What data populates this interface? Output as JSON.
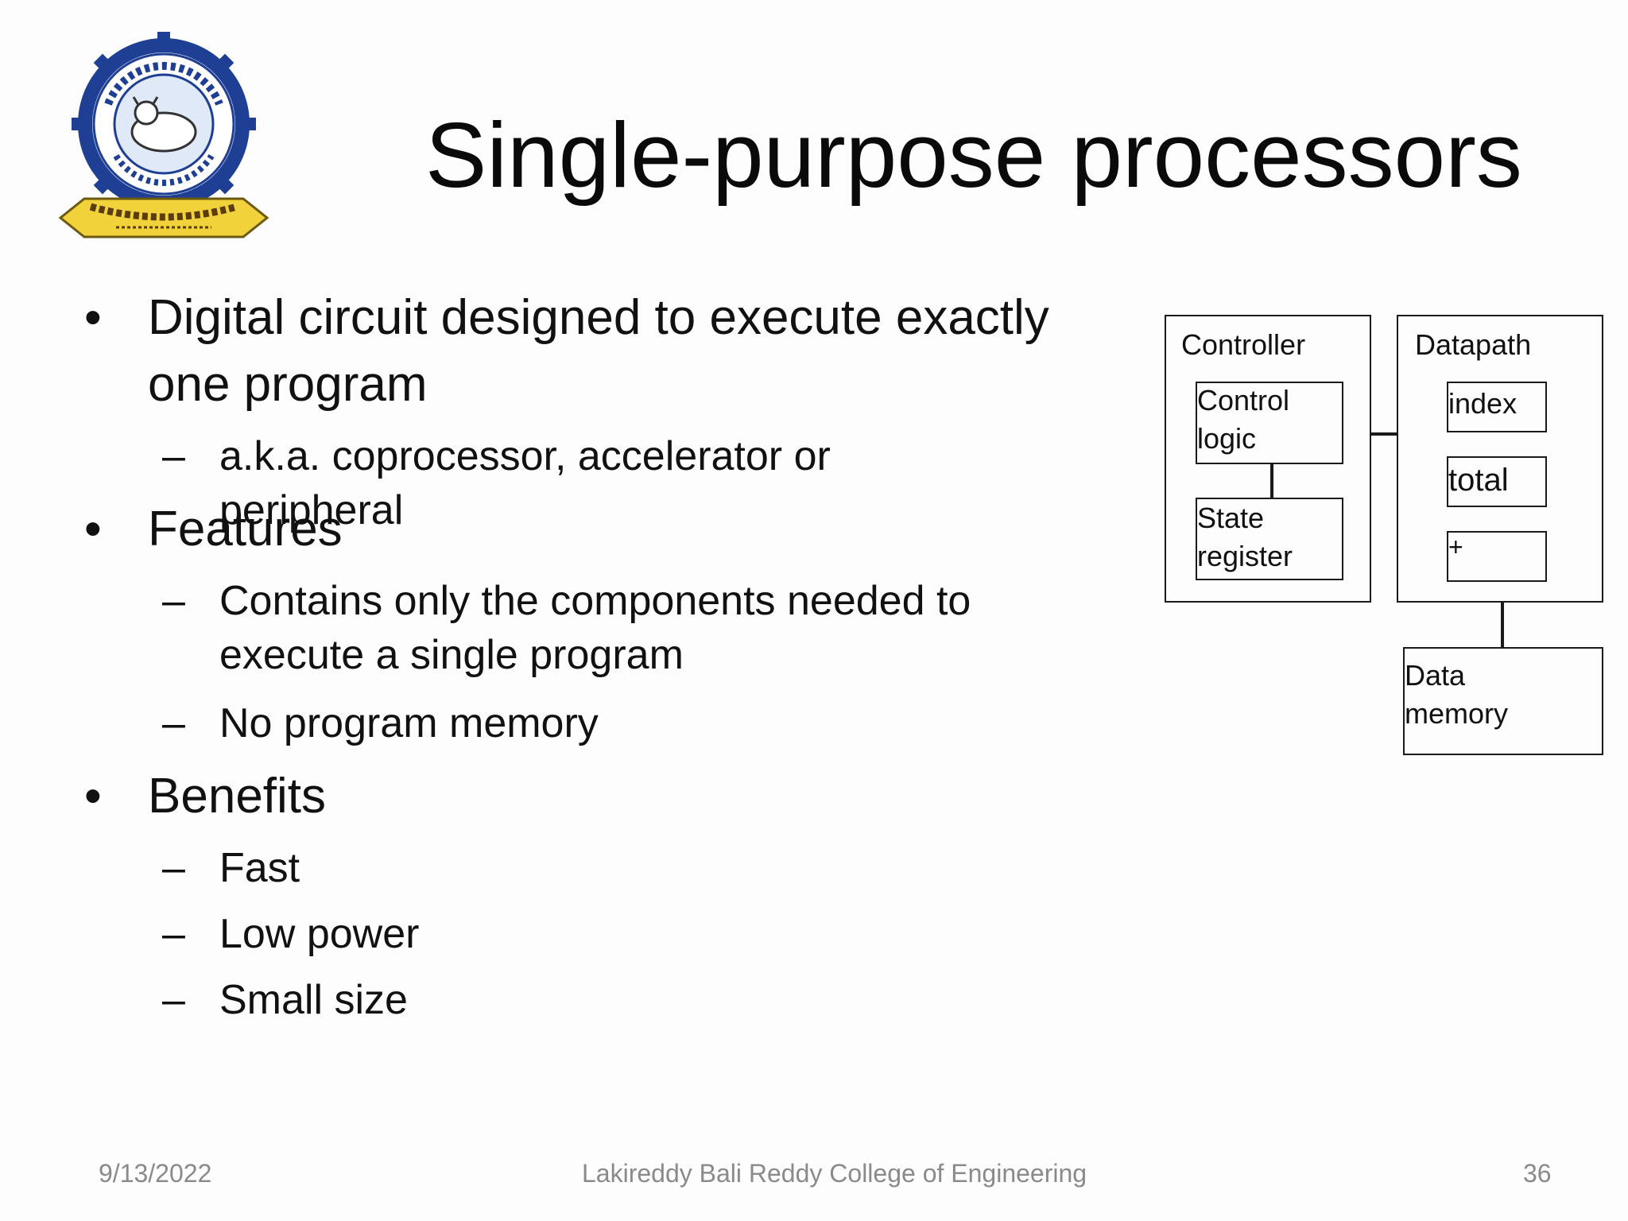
{
  "slide": {
    "title": "Single-purpose processors",
    "logo": {
      "ring_text": "LAKIREDDY BALIREDDY COLLEGE OF ENGINEERING",
      "place": "MYLAVARAM",
      "ribbon_text": "TRUTH ALWAYS TRIUMPHS",
      "ribbon_subtext": "HARD WORK PAYS"
    },
    "bullets": [
      {
        "text_line1": "Digital circuit designed to execute exactly",
        "text_line2": "one program",
        "subs": [
          {
            "text": "a.k.a. coprocessor, accelerator or peripheral"
          }
        ]
      },
      {
        "text_line1": "Features",
        "subs": [
          {
            "text_line1": "Contains only the components needed to",
            "text_line2": "execute a single program"
          },
          {
            "text": "No program memory"
          }
        ]
      },
      {
        "text_line1": "Benefits",
        "subs": [
          {
            "text": "Fast"
          },
          {
            "text": "Low power"
          },
          {
            "text": "Small size"
          }
        ]
      }
    ],
    "bullet_symbol": "•",
    "dash_symbol": "–",
    "diagram": {
      "controller": "Controller",
      "control_logic_line1": "Control",
      "control_logic_line2": "logic",
      "state_register_line1": "State",
      "state_register_line2": "register",
      "datapath": "Datapath",
      "index": "index",
      "total": "total",
      "plus": "+",
      "data_memory_line1": "Data",
      "data_memory_line2": "memory"
    },
    "footer": {
      "date": "9/13/2022",
      "institution": "Lakireddy Bali Reddy College of Engineering",
      "page_number": "36"
    }
  }
}
